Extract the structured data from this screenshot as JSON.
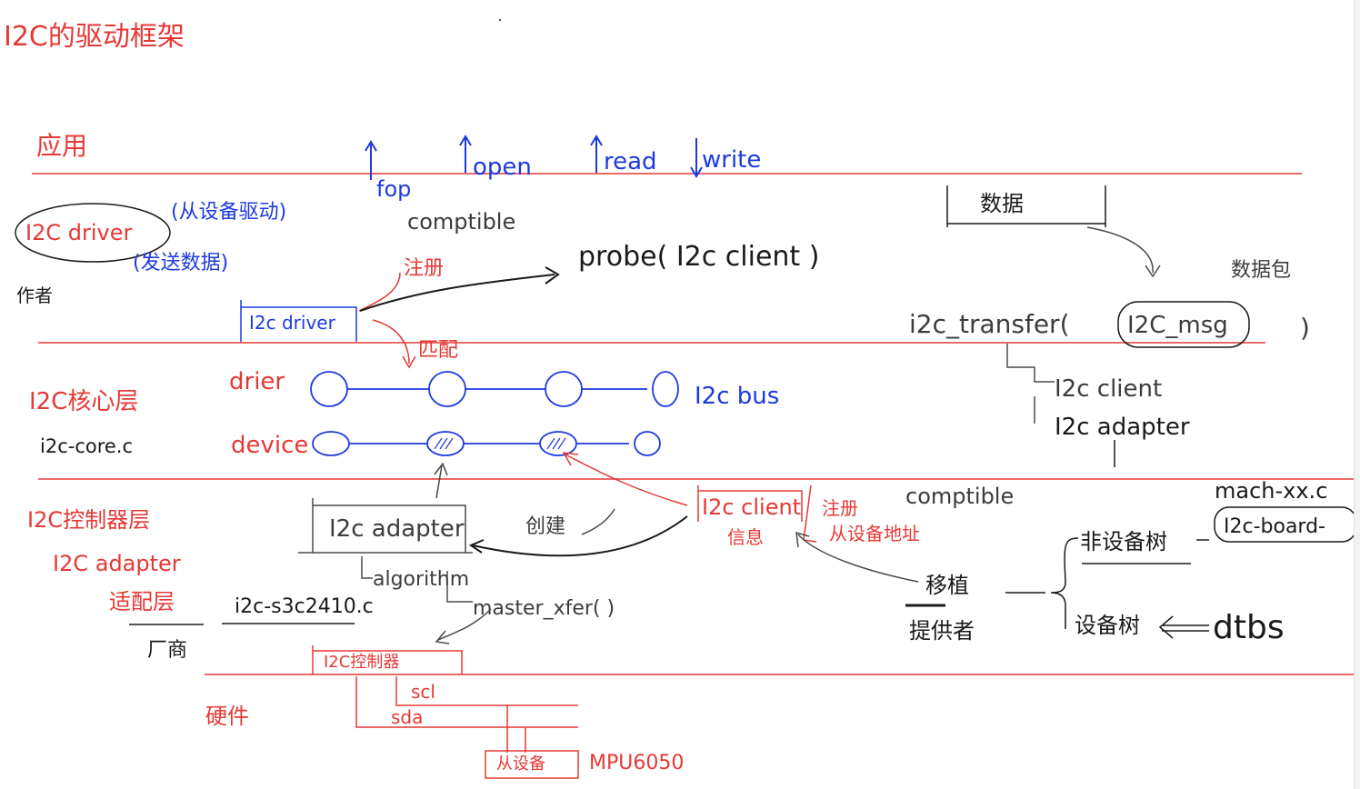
{
  "title": "I2C的驱动框架",
  "layers": {
    "app": "应用",
    "core": "I2C核心层",
    "core_file": "i2c-core.c",
    "adapter_a": "I2C控制器层",
    "adapter_b": "I2C adapter",
    "adapter_c": "适配层",
    "factory": "厂商",
    "hardware": "硬件"
  },
  "app_ops": {
    "fop": "fop",
    "open": "open",
    "read": "read",
    "write": "write"
  },
  "driver_block": {
    "name": "I2C driver",
    "role_1": "(从设备驱动)",
    "role_2": "(发送数据)",
    "author": "作者",
    "box_label": "I2c driver",
    "comptible": "comptible",
    "register": "注册",
    "probe": "probe( I2c client )",
    "match": "匹配"
  },
  "bus": {
    "drier": "drier",
    "device": "device",
    "i2c_bus": "I2c bus"
  },
  "adapter_block": {
    "box_label": "I2c adapter",
    "algorithm": "algorithm",
    "master_xfer": "master_xfer( )",
    "file": "i2c-s3c2410.c",
    "create": "创建",
    "controller": "I2C控制器"
  },
  "client_block": {
    "box_label": "I2c client",
    "info": "信息",
    "register": "注册",
    "slave_addr": "从设备地址",
    "comptible": "comptible"
  },
  "hardware_block": {
    "scl": "scl",
    "sda": "sda",
    "slave": "从设备",
    "chip": "MPU6050"
  },
  "right_block": {
    "data": "数据",
    "data_pkg": "数据包",
    "transfer": "i2c_transfer(",
    "msg": "I2C_msg",
    "close": ")",
    "client": "I2c client",
    "adapter": "I2c adapter",
    "match_xx": "mach-xx.c",
    "board": "I2c-board-",
    "no_dt": "非设备树",
    "dt": "设备树",
    "dtbs": "dtbs",
    "porting": "移植",
    "provider": "提供者"
  },
  "colors": {
    "red": "#e53935",
    "blue": "#1e3adf",
    "dark": "#1a1a1a",
    "gray": "#4a4a4a"
  }
}
